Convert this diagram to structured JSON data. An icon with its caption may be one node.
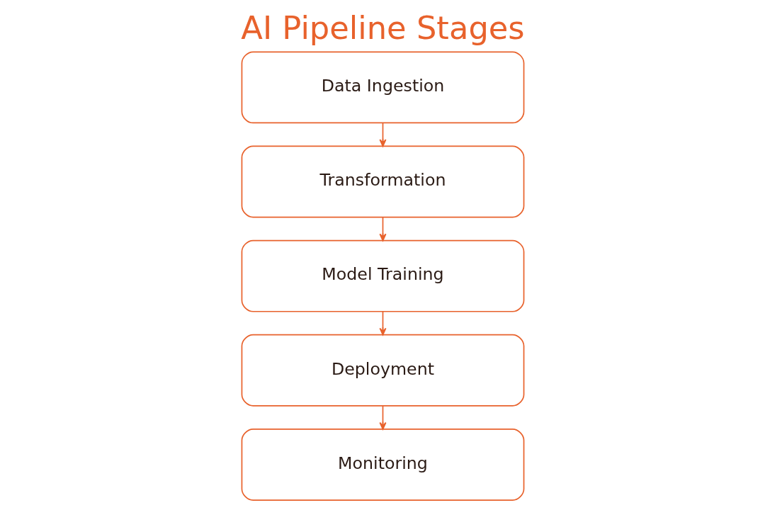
{
  "diagram": {
    "title": "AI Pipeline Stages",
    "nodes": [
      {
        "text": [
          "Data Ingestion"
        ]
      },
      {
        "text": [
          "Transformation"
        ]
      },
      {
        "text": [
          "Model Training"
        ]
      },
      {
        "text": [
          "Deployment"
        ]
      },
      {
        "text": [
          "Monitoring"
        ]
      }
    ],
    "edges": [
      {
        "from": 0,
        "to": 1,
        "arrow": "to"
      },
      {
        "from": 1,
        "to": 2,
        "arrow": "to"
      },
      {
        "from": 2,
        "to": 3,
        "arrow": "to"
      },
      {
        "from": 3,
        "to": 4,
        "arrow": "to"
      }
    ]
  }
}
